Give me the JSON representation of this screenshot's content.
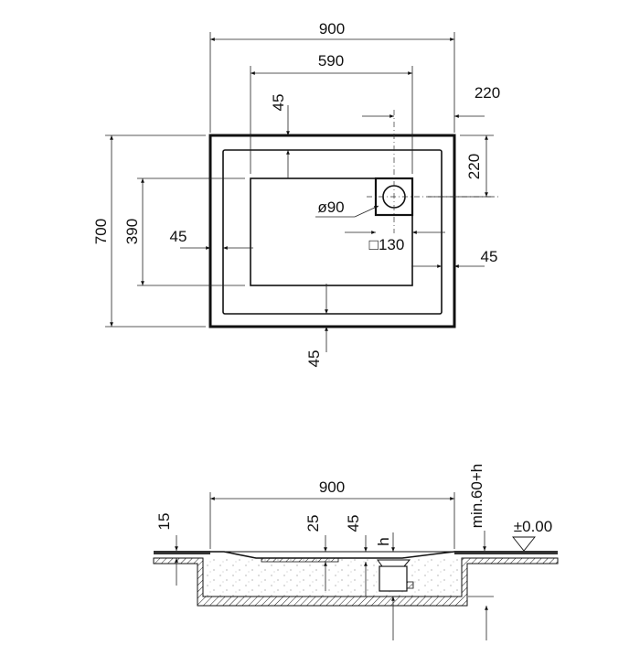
{
  "plan_view": {
    "width_total": "900",
    "tray_width": "590",
    "drain_offset_x": "220",
    "drain_offset_y": "220",
    "rim_top": "45",
    "rim_left": "45",
    "rim_right": "45",
    "rim_bottom": "45",
    "depth_total": "700",
    "tray_depth": "390",
    "drain_diameter": "ø90",
    "drain_square": "□130"
  },
  "section_view": {
    "width_total": "900",
    "layer_thickness": "15",
    "slope_depth": "25",
    "drain_depth": "45",
    "h_label": "h",
    "min_height": "min.60+h",
    "floor_level": "±0.00"
  }
}
